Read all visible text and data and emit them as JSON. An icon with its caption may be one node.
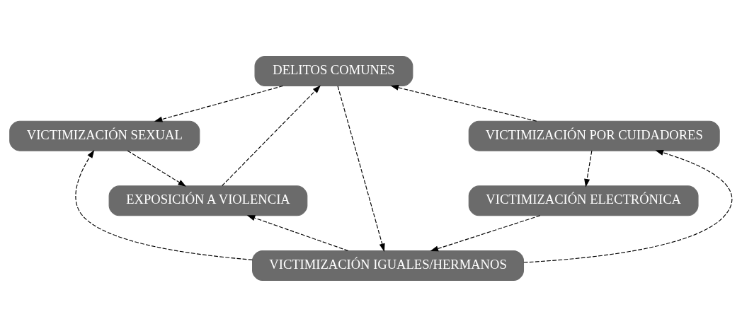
{
  "diagram": {
    "nodes": [
      {
        "text": [
          "DELITOS COMUNES"
        ]
      },
      {
        "text": [
          "VICTIMIZACIÓN SEXUAL"
        ]
      },
      {
        "text": [
          "VICTIMIZACIÓN POR CUIDADORES"
        ]
      },
      {
        "text": [
          "VICTIMIZACIÓN IGUALES/HERMANOS"
        ]
      },
      {
        "text": [
          "EXPOSICIÓN A VIOLENCIA"
        ]
      },
      {
        "text": [
          "VICTIMIZACIÓN ELECTRÓNICA"
        ]
      }
    ],
    "edges": [
      {
        "from": 0,
        "to": 1,
        "arrow": "to",
        "style": "dashed"
      },
      {
        "from": 2,
        "to": 0,
        "arrow": "to",
        "style": "dashed"
      },
      {
        "from": 0,
        "to": 3,
        "arrow": "to",
        "style": "dashed"
      },
      {
        "from": 3,
        "to": 2,
        "arrow": "to",
        "style": "dashed"
      },
      {
        "from": 3,
        "to": 1,
        "arrow": "to",
        "style": "dashed"
      },
      {
        "from": 4,
        "to": 0,
        "arrow": "to",
        "style": "dashed"
      },
      {
        "from": 1,
        "to": 4,
        "arrow": "to",
        "style": "dashed"
      },
      {
        "from": 3,
        "to": 4,
        "arrow": "to",
        "style": "dashed"
      },
      {
        "from": 2,
        "to": 5,
        "arrow": "to",
        "style": "dashed"
      },
      {
        "from": 5,
        "to": 3,
        "arrow": "to",
        "style": "dashed"
      }
    ]
  }
}
